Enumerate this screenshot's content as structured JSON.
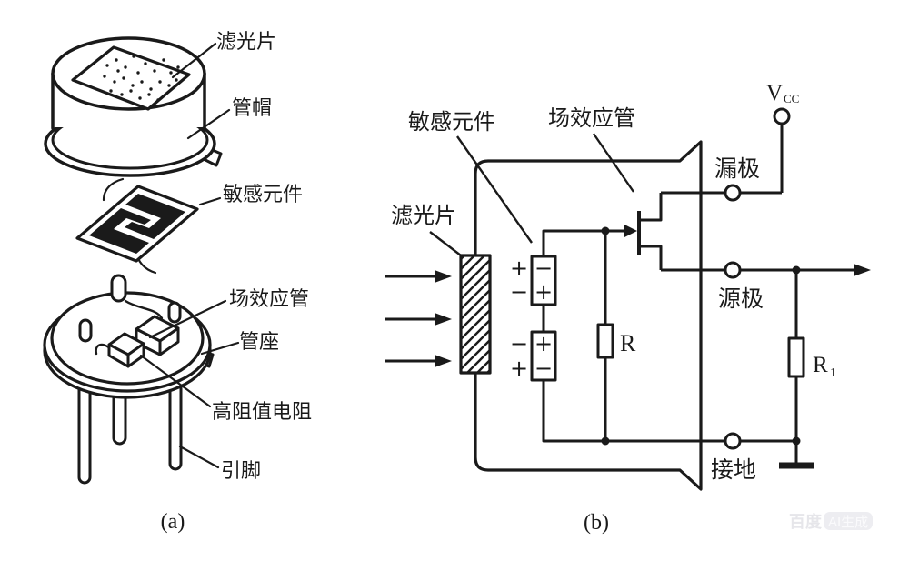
{
  "figure_a": {
    "caption": "(a)",
    "labels": {
      "filter": "滤光片",
      "cap": "管帽",
      "element": "敏感元件",
      "fet": "场效应管",
      "base": "管座",
      "resistor": "高阻值电阻",
      "pin": "引脚"
    }
  },
  "figure_b": {
    "caption": "(b)",
    "labels": {
      "element": "敏感元件",
      "fet": "场效应管",
      "filter": "滤光片",
      "drain": "漏极",
      "source": "源极",
      "ground": "接地"
    },
    "symbols": {
      "vcc_main": "V",
      "vcc_sub": "CC",
      "r": "R",
      "r1_main": "R",
      "r1_sub": "1",
      "plus": "+",
      "minus": "−"
    }
  },
  "watermark": {
    "brand": "百度",
    "tag": "AI生成"
  },
  "colors": {
    "line": "#1a1a1a",
    "background": "#ffffff"
  }
}
